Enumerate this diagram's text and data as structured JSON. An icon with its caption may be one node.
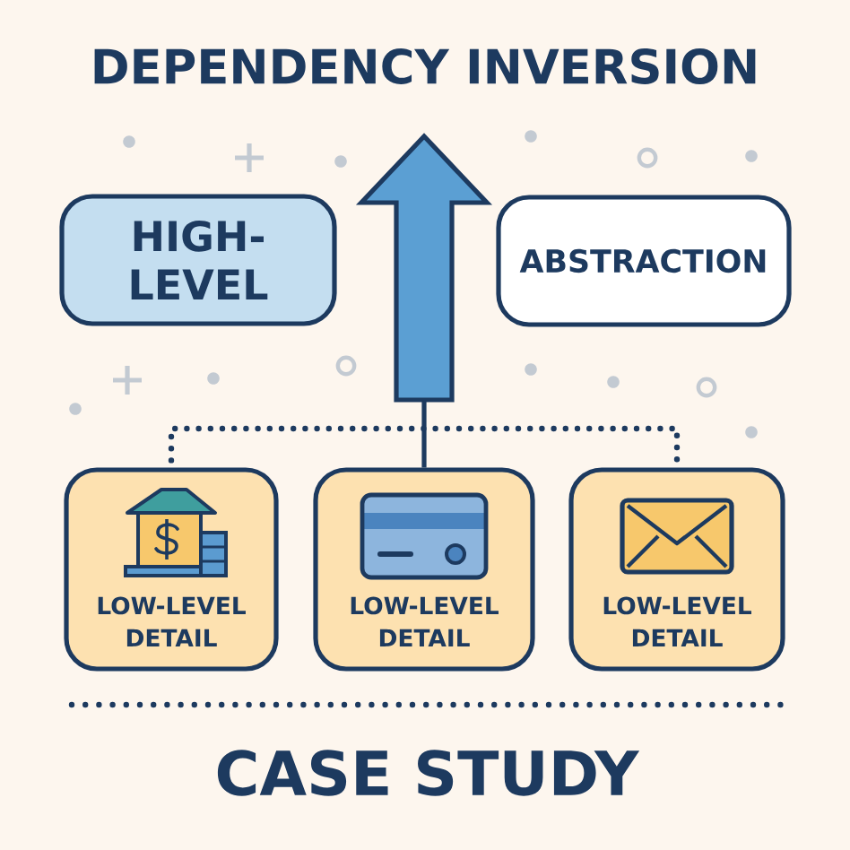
{
  "diagram": {
    "title": "DEPENDENCY INVERSION",
    "caption": "CASE STUDY",
    "nodes": [
      {
        "text": [
          "HIGH-LEVEL"
        ]
      },
      {
        "text": [
          "ABSTRACTION"
        ]
      },
      {
        "text": [
          "LOW-LEVEL DETAIL"
        ]
      },
      {
        "text": [
          "LOW-LEVEL DETAIL"
        ]
      },
      {
        "text": [
          "LOW-LEVEL DETAIL"
        ]
      }
    ],
    "edges": [
      {
        "from": 3,
        "to": null,
        "arrow": "to",
        "style": "thick"
      },
      {
        "from": 2,
        "to": 4,
        "arrow": "none",
        "style": "dashed"
      }
    ]
  }
}
